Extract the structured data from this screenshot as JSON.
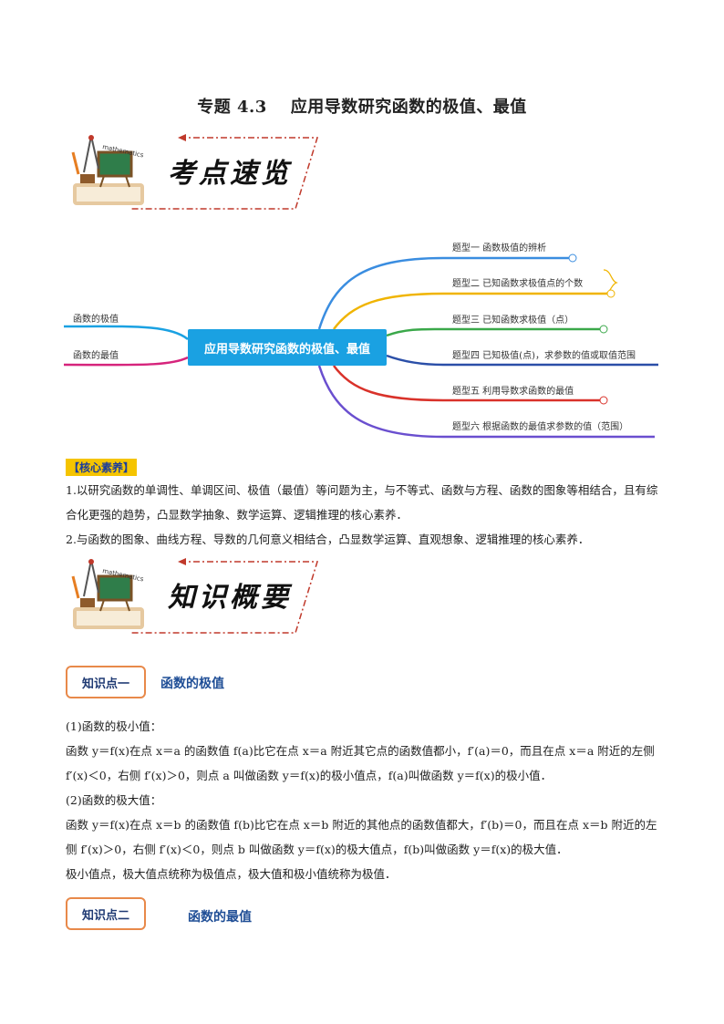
{
  "title": {
    "number": "专题 4.3",
    "text": "应用导数研究函数的极值、最值"
  },
  "banners": [
    {
      "text": "考点速览",
      "logo_text": "mathematics"
    },
    {
      "text": "知识概要",
      "logo_text": "mathematics"
    }
  ],
  "mindmap": {
    "center": "应用导数研究函数的极值、最值",
    "left_items": [
      "函数的极值",
      "函数的最值"
    ],
    "right_items": [
      "题型一  函数极值的辨析",
      "题型二  已知函数求极值点的个数",
      "题型三  已知函数求极值（点）",
      "题型四  已知极值(点)，求参数的值或取值范围",
      "题型五  利用导数求函数的最值",
      "题型六  根据函数的最值求参数的值（范围）"
    ],
    "colors": {
      "branch1": "#3a8de0",
      "branch2": "#f0b400",
      "branch3": "#3aa84a",
      "branch4": "#2b4fa8",
      "branch5": "#d9322a",
      "branch6": "#6a4fcf",
      "left1": "#1aa1e2",
      "left2": "#d6247c",
      "center": "#1aa1e2"
    }
  },
  "core": {
    "tag": "【核心素养】",
    "lines": [
      "1.以研究函数的单调性、单调区间、极值（最值）等问题为主，与不等式、函数与方程、函数的图象等相结合，且有综合化更强的趋势，凸显数学抽象、数学运算、逻辑推理的核心素养．",
      "2.与函数的图象、曲线方程、导数的几何意义相结合，凸显数学运算、直观想象、逻辑推理的核心素养．"
    ]
  },
  "knowledge": [
    {
      "label": "知识点一",
      "title": "函数的极值",
      "lines": [
        " (1)函数的极小值：",
        "函数 y＝f(x)在点 x＝a 的函数值 f(a)比它在点 x＝a 附近其它点的函数值都小，f′(a)＝0，而且在点 x＝a 附近的左侧 f′(x)＜0，右侧 f′(x)＞0，则点 a 叫做函数 y＝f(x)的极小值点，f(a)叫做函数 y＝f(x)的极小值．",
        "(2)函数的极大值：",
        "函数 y＝f(x)在点 x＝b 的函数值 f(b)比它在点 x＝b 附近的其他点的函数值都大，f′(b)＝0，而且在点 x＝b 附近的左侧 f′(x)＞0，右侧 f′(x)＜0，则点 b 叫做函数 y＝f(x)的极大值点，f(b)叫做函数 y＝f(x)的极大值．",
        "极小值点，极大值点统称为极值点，极大值和极小值统称为极值．"
      ]
    },
    {
      "label": "知识点二",
      "title": "函数的最值"
    }
  ]
}
